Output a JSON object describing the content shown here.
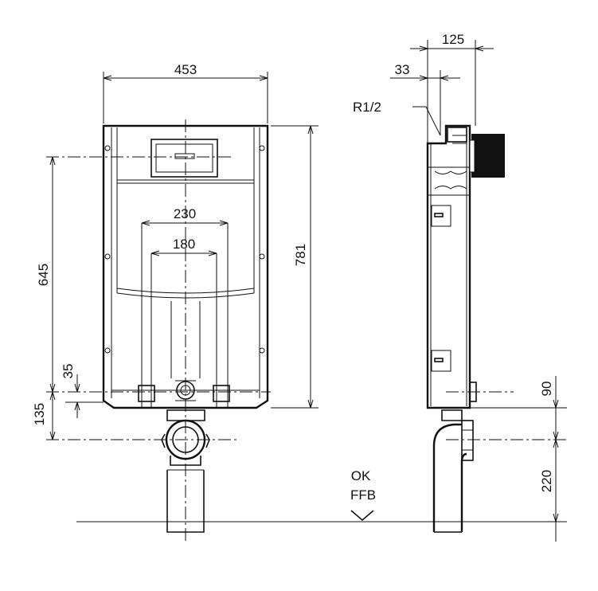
{
  "drawing": {
    "front_view": {
      "width_label": "453",
      "height_label": "781",
      "outlet_spacing_outer_label": "230",
      "outlet_spacing_inner_label": "180",
      "centerline_height_label": "645",
      "inlet_offset_label": "35",
      "drain_height_label": "135"
    },
    "side_view": {
      "depth_label": "125",
      "inlet_depth_label": "33",
      "thread_label": "R1/2",
      "drain_offset_label": "90",
      "drain_height_label": "220"
    },
    "floor_reference": {
      "line1": "OK",
      "line2": "FFB"
    }
  }
}
